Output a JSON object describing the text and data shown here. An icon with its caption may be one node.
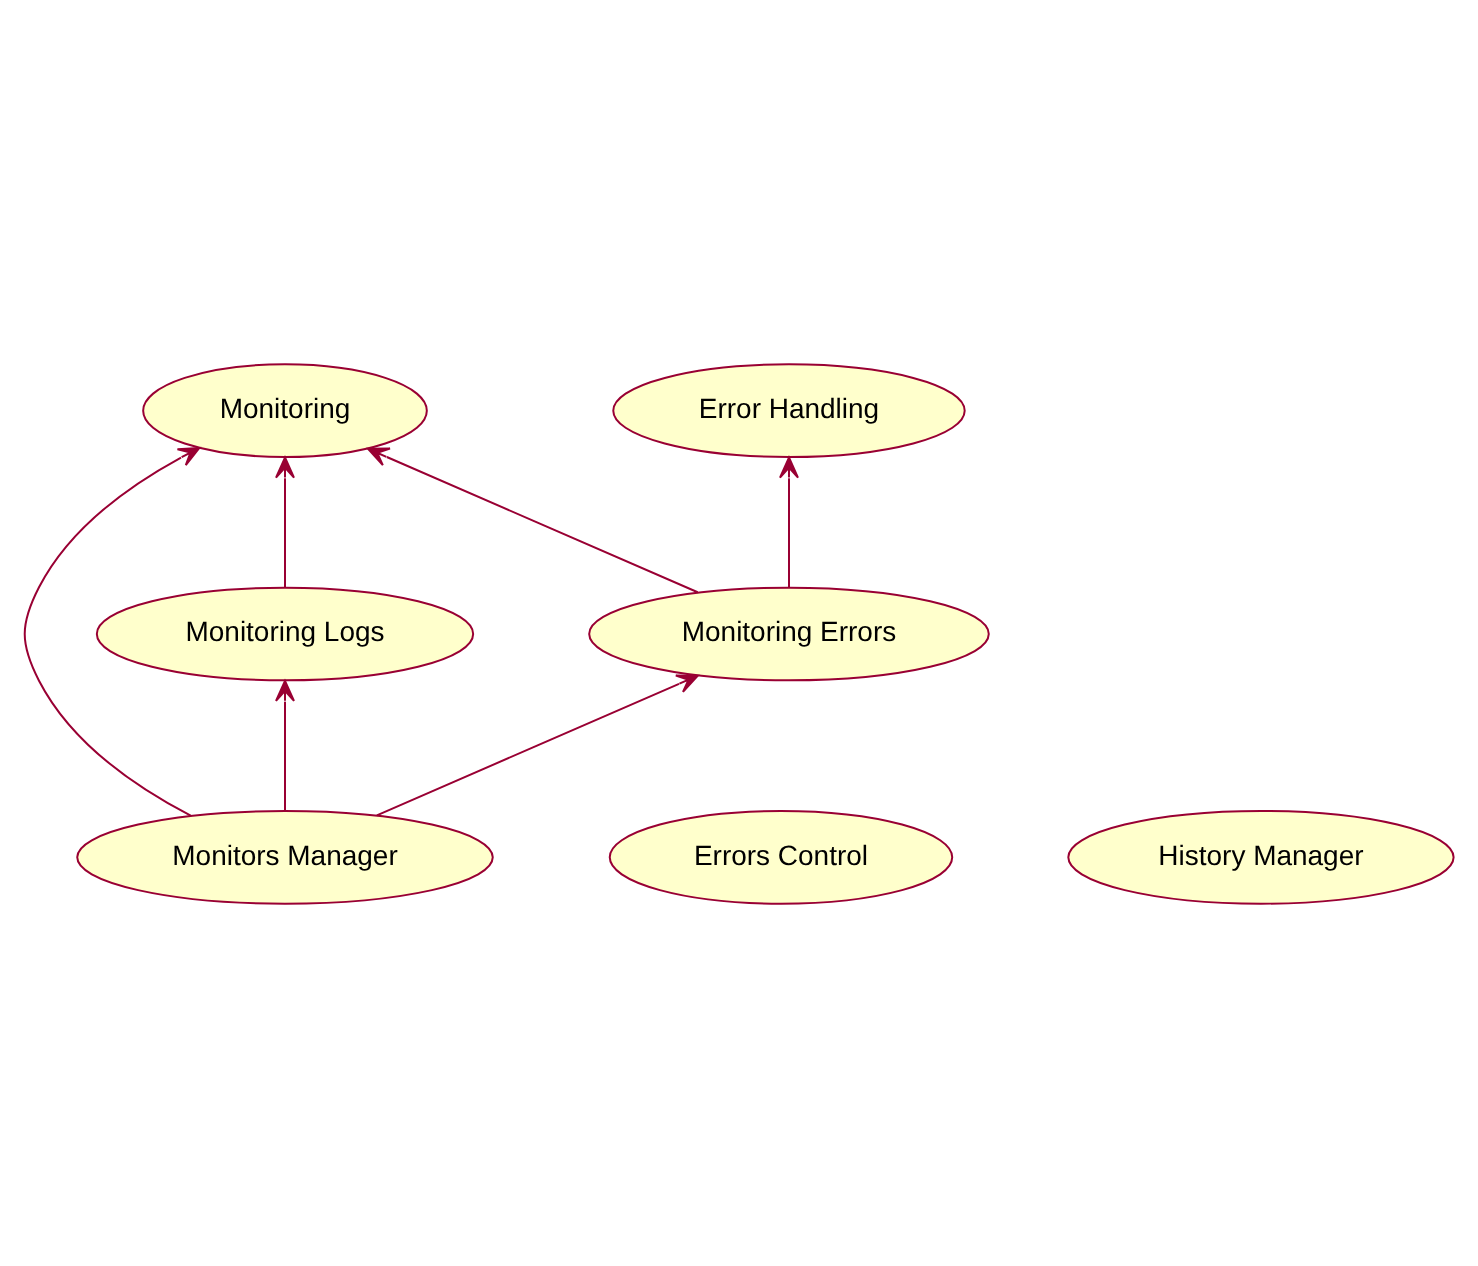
{
  "diagram": {
    "nodes": [
      {
        "text": [
          "Monitoring"
        ]
      },
      {
        "text": [
          "Errors Control"
        ]
      },
      {
        "text": [
          "History Manager"
        ]
      },
      {
        "text": [
          "Error Handling"
        ]
      },
      {
        "text": [
          "Monitoring Logs"
        ]
      },
      {
        "text": [
          "Monitoring Errors"
        ]
      },
      {
        "text": [
          "Monitors Manager"
        ]
      }
    ],
    "edges": [
      {
        "from": 4,
        "to": 0,
        "arrow": "to"
      },
      {
        "from": 6,
        "to": 0,
        "arrow": "to"
      },
      {
        "from": 5,
        "to": 0,
        "arrow": "to"
      },
      {
        "from": 5,
        "to": 3,
        "arrow": "to"
      },
      {
        "from": 6,
        "to": 5,
        "arrow": "to"
      },
      {
        "from": 6,
        "to": 4,
        "arrow": "to"
      }
    ]
  }
}
